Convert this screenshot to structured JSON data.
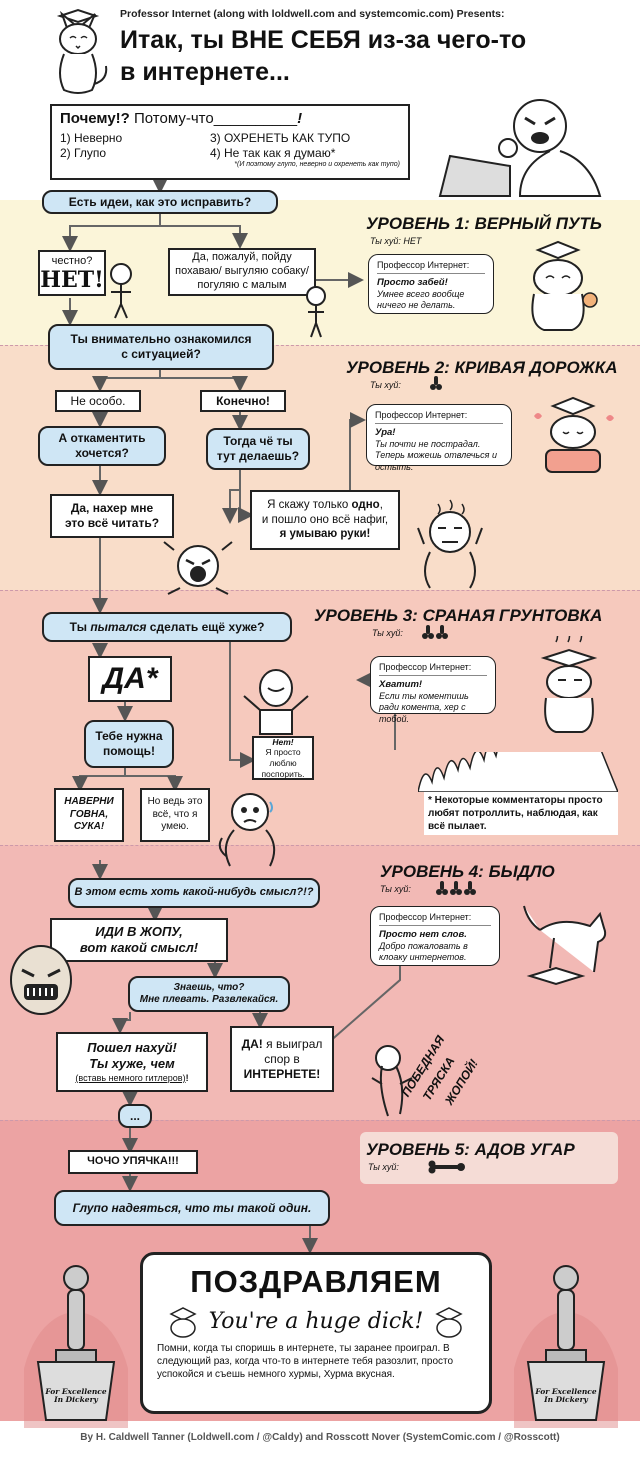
{
  "header": {
    "presents": "Professor Internet (along with loldwell.com and systemcomic.com) Presents:",
    "title_line1": "Итак, ты ВНЕ СЕБЯ из-за чего-то",
    "title_line2": "в интернете..."
  },
  "why_box": {
    "title_bold": "Почему!?",
    "title_rest": "Потому-что",
    "blank": "__________",
    "excl": "!",
    "opt1": "1) Неверно",
    "opt2": "2) Глупо",
    "opt3": "3) ОХРЕНЕТЬ КАК ТУПО",
    "opt4": "4) Не так как я думаю*",
    "footnote": "*(И поэтому глупо, неверно и охренеть как тупо)"
  },
  "q1": "Есть идеи, как это исправить?",
  "level1": {
    "title": "УРОВЕНЬ 1: ВЕРНЫЙ ПУТЬ",
    "sub": "Ты хуй: НЕТ",
    "speaker": "Профессор Интернет:",
    "bold": "Просто забей!",
    "text": "Умнее всего вообще ничего не делать."
  },
  "honest_box": {
    "small": "честно?",
    "big": "НЕТ!"
  },
  "yes_box": "Да, пожалуй, пойду похаваю/ выгуляю собаку/ погуляю с малым",
  "q2": {
    "line1": "Ты внимательно ознакомился",
    "line2": "с ситуацией?"
  },
  "not_really": "Не особо.",
  "of_course": "Конечно!",
  "level2": {
    "title": "УРОВЕНЬ 2: КРИВАЯ ДОРОЖКА",
    "sub": "Ты хуй:",
    "speaker": "Профессор Интернет:",
    "bold": "Ура!",
    "text": "Ты почти не пострадал. Теперь можешь отвлечься и остыть."
  },
  "q3": {
    "line1": "А откаментить",
    "line2": "хочется?"
  },
  "q4": {
    "line1": "Тогда чё ты",
    "line2": "тут делаешь?"
  },
  "read_box": {
    "line1": "Да, нахер мне",
    "line2": "это всё читать?"
  },
  "wash_box": {
    "line1a": "Я скажу только ",
    "line1b": "одно",
    "line1c": ",",
    "line2": "и пошло оно всё нафиг,",
    "line3": "я умываю руки!"
  },
  "q5": {
    "a": "Ты ",
    "b": "пытался",
    "c": " сделать ещё хуже?"
  },
  "yes_big": "ДА*",
  "help": {
    "line1": "Тебе нужна",
    "line2": "помощь!"
  },
  "level3": {
    "title": "УРОВЕНЬ 3: СРАНАЯ ГРУНТОВКА",
    "sub": "Ты хуй:",
    "speaker": "Профессор Интернет:",
    "bold": "Хватит!",
    "text": "Если ты коментишь ради комента, хер с тобой."
  },
  "no_troll": {
    "bold": "Нет!",
    "text": "Я просто люблю поспорить."
  },
  "shit_box": "НАВЕРНИ ГОВНА, СУКА!",
  "but_box": "Но ведь это всё, что я умею.",
  "footnote_troll": "* Некоторые комментаторы просто любят потроллить, наблюдая, как всё пылает.",
  "q6": "В этом есть хоть какой-нибудь смысл?!?",
  "ass_box": {
    "line1": "ИДИ В ЖОПУ,",
    "line2": "вот какой смысл!"
  },
  "level4": {
    "title": "УРОВЕНЬ 4: БЫДЛО",
    "sub": "Ты хуй:",
    "speaker": "Профессор Интернет:",
    "bold": "Просто нет слов.",
    "text": "Добро пожаловать в клоаку интернетов."
  },
  "dont_care": {
    "line1": "Знаешь, что?",
    "line2": "Мне плевать. Развлекайся."
  },
  "fuckoff_box": {
    "line1": "Пошел нахуй!",
    "line2": "Ты  хуже, чем",
    "line3": "(вставь немного гитлеров)",
    "excl": "!"
  },
  "won_box": {
    "line1a": "ДА!",
    "line1b": " я выиграл",
    "line2": "спор в",
    "line3": "ИНТЕРНЕТЕ!"
  },
  "victory": {
    "l1": "ПОБЕДНАЯ",
    "l2": "ТРЯСКА",
    "l3": "ЖОПОЙ!"
  },
  "dots": "...",
  "chocho": "ЧОЧО УПЯЧКА!!!",
  "level5": {
    "title": "УРОВЕНЬ 5: АДОВ УГАР",
    "sub": "Ты хуй:"
  },
  "q7": "Глупо надеяться, что ты такой один.",
  "final": {
    "congrats": "ПОЗДРАВЛЯЕМ",
    "script": "You're a huge dick!",
    "text": "Помни, когда ты споришь в интернете, ты заранее проиграл. В следующий раз, когда что-то в интернете тебя разозлит, просто успокойся и съешь немного хурмы, Хурма вкусная."
  },
  "trophy": {
    "l1": "For Excellence",
    "l2": "In Dickery"
  },
  "footer": "By H. Caldwell Tanner (Loldwell.com / @Caldy) and Rosscott Nover (SystemComic.com / @Rosscott)",
  "colors": {
    "band1": "#fbf5d9",
    "band2": "#f9ddc9",
    "band3": "#f6c9bd",
    "band4": "#f2b9b5",
    "band5": "#eca3a3",
    "pill": "#cfe6f5"
  }
}
